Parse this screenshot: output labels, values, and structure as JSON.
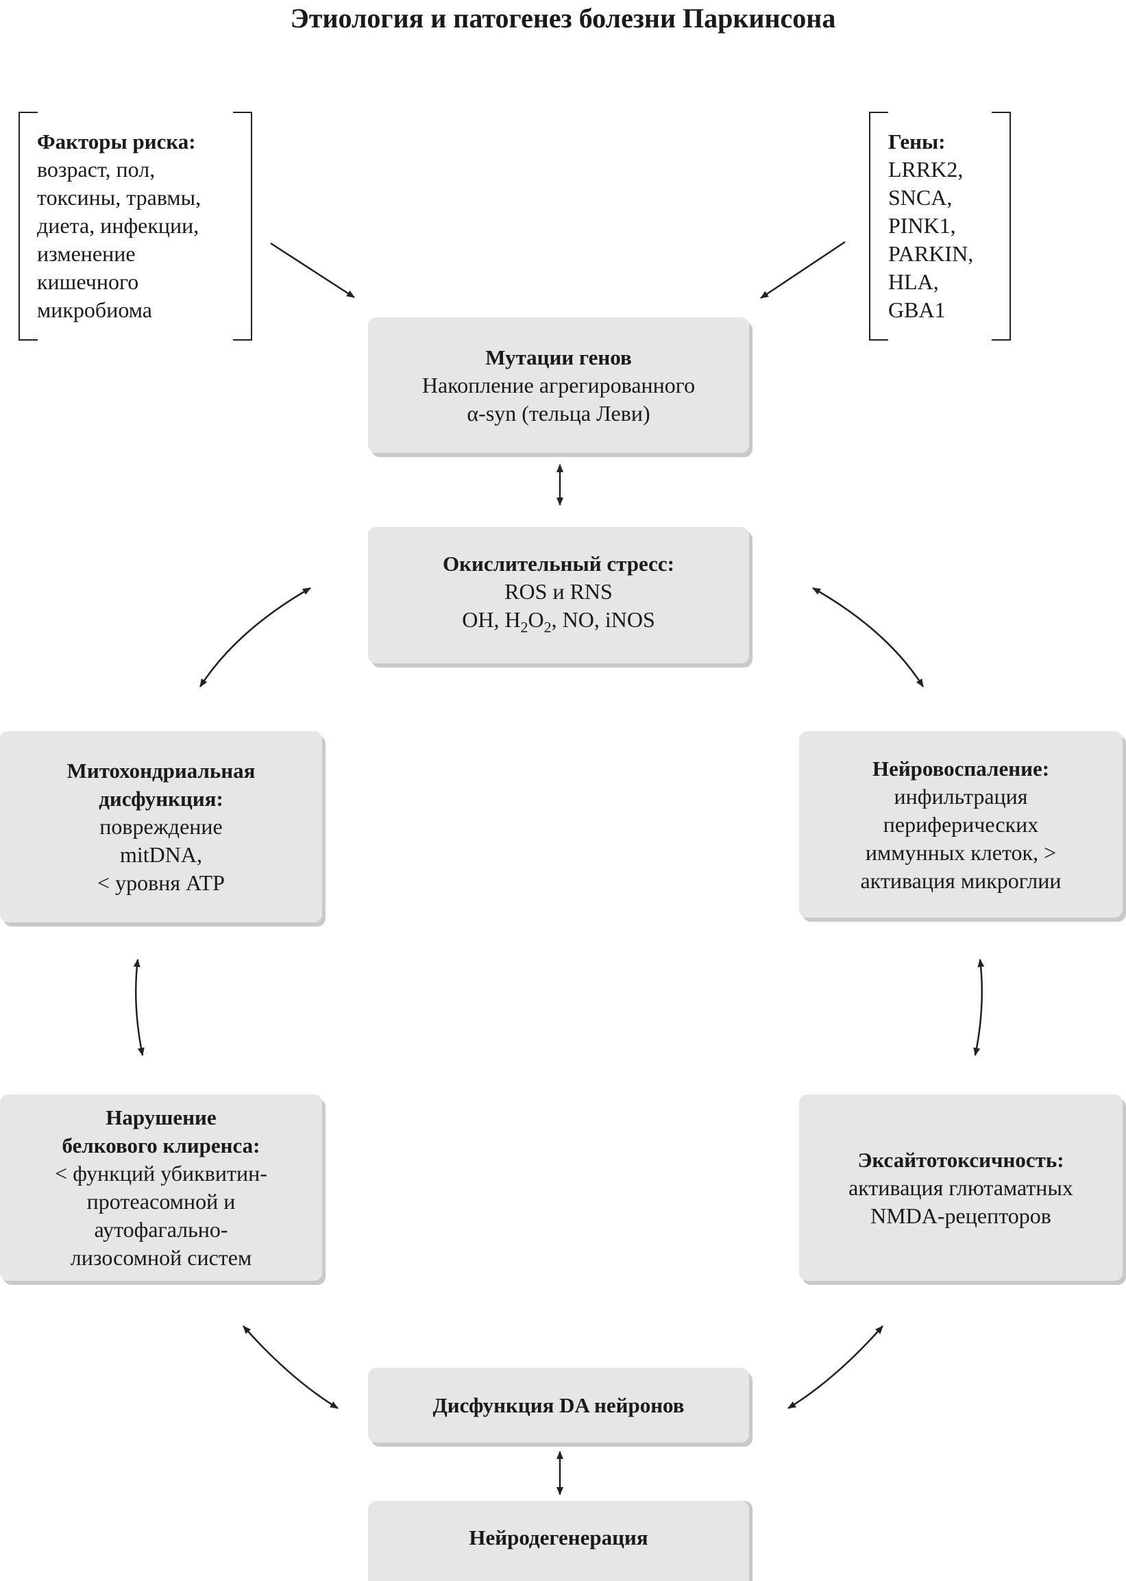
{
  "title": "Этиология и патогенез болезни Паркинсона",
  "risk": {
    "heading": "Факторы риска:",
    "lines": [
      "возраст, пол,",
      "токсины, травмы,",
      "диета, инфекции,",
      "изменение",
      "кишечного",
      "микробиома"
    ]
  },
  "genes": {
    "heading": "Гены:",
    "lines": [
      "LRRK2,",
      "SNCA,",
      "PINK1,",
      "PARKIN,",
      "HLA,",
      "GBA1"
    ]
  },
  "mutations": {
    "heading": "Мутации генов",
    "line1": "Накопление агрегированного",
    "line2": "α-syn (тельца Леви)"
  },
  "oxidative": {
    "heading": "Окислительный стресс:",
    "line1": "ROS и RNS",
    "l2a": "OH, H",
    "l2b": "2",
    "l2c": "O",
    "l2d": "2",
    "l2e": ", NO, iNOS"
  },
  "mito": {
    "h1": "Митохондриальная",
    "h2": "дисфункция:",
    "lines": [
      "повреждение",
      "mitDNA,",
      "< уровня ATP"
    ]
  },
  "inflam": {
    "heading": "Нейровоспаление:",
    "lines": [
      "инфильтрация",
      "периферических",
      "иммунных клеток, >",
      "активация микроглии"
    ]
  },
  "protein": {
    "h1": "Нарушение",
    "h2": "белкового клиренса:",
    "lines": [
      "< функций убиквитин-",
      "протеасомной и",
      "аутофагально-",
      "лизосомной систем"
    ]
  },
  "excito": {
    "heading": "Эксайтотоксичность:",
    "lines": [
      "активация глютаматных",
      "NMDA-рецепторов"
    ]
  },
  "da": {
    "heading": "Дисфункция DA нейронов"
  },
  "neurodeg": {
    "heading": "Нейродегенерация"
  }
}
